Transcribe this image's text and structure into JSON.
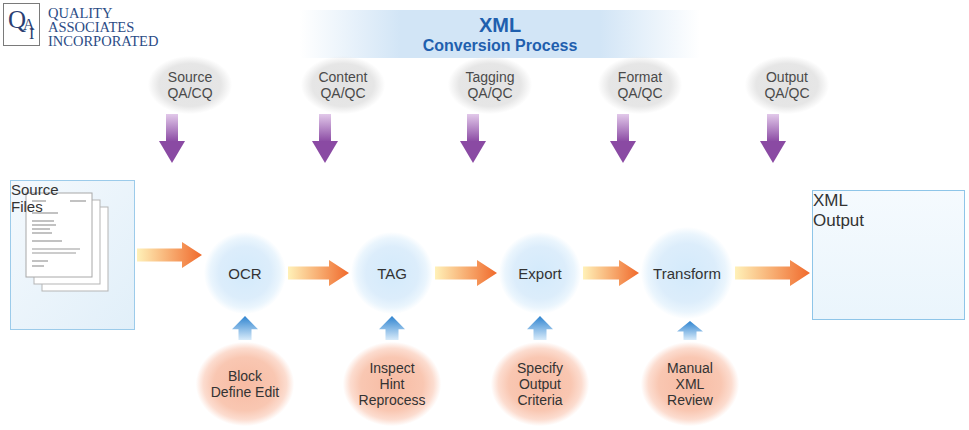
{
  "diagram": {
    "title": "XML Conversion Process",
    "nodes": [
      {
        "text": [
          "Q",
          "A",
          "I",
          "QUALITY ASSOCIATES INCORPORATED"
        ]
      },
      {
        "text": [
          "Source QA/CQ"
        ]
      },
      {
        "text": [
          "Content QA/QC"
        ]
      },
      {
        "text": [
          "Tagging QA/QC"
        ]
      },
      {
        "text": [
          "Format QA/QC"
        ]
      },
      {
        "text": [
          "Output QA/QC"
        ]
      },
      {
        "text": [
          "Source Files"
        ]
      },
      {
        "text": [
          "OCR"
        ]
      },
      {
        "text": [
          "TAG"
        ]
      },
      {
        "text": [
          "Export"
        ]
      },
      {
        "text": [
          "Transform"
        ]
      },
      {
        "text": [
          "XML Output"
        ]
      },
      {
        "text": [
          "Block Define Edit"
        ]
      },
      {
        "text": [
          "Inspect Hint Reprocess"
        ]
      },
      {
        "text": [
          "Specify Output Criteria"
        ]
      },
      {
        "text": [
          "Manual XML Review"
        ]
      }
    ],
    "edges": [
      {
        "from": 6,
        "to": 7,
        "arrow": "to"
      },
      {
        "from": 7,
        "to": 8,
        "arrow": "to"
      },
      {
        "from": 8,
        "to": 9,
        "arrow": "to"
      },
      {
        "from": 9,
        "to": 10,
        "arrow": "to"
      },
      {
        "from": 10,
        "to": 11,
        "arrow": "to"
      },
      {
        "from": 12,
        "to": 7,
        "arrow": "to"
      },
      {
        "from": 13,
        "to": 8,
        "arrow": "to"
      },
      {
        "from": 14,
        "to": 9,
        "arrow": "to"
      },
      {
        "from": 15,
        "to": 10,
        "arrow": "to"
      }
    ]
  }
}
